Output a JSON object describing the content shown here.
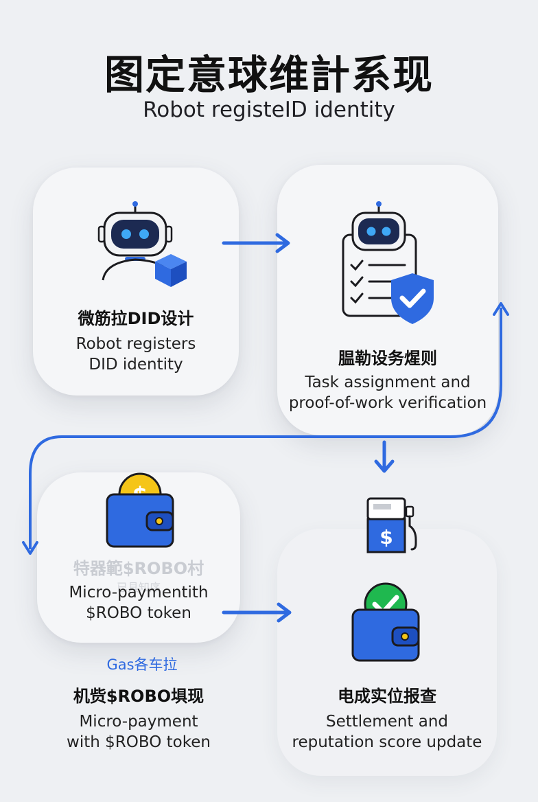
{
  "header": {
    "title": "图定意球维計系现",
    "subtitle": "Robot registeID identity"
  },
  "steps": [
    {
      "heading": "微筋拉DID设计",
      "desc_lines": [
        "Robot registers",
        "DID identity"
      ]
    },
    {
      "heading": "腽勒设务煋则",
      "desc_lines": [
        "Task assignment and",
        "proof-of-work verification"
      ]
    },
    {
      "faded_heading": "特器範$ROBO村",
      "faded_sub": "已具知序",
      "desc_lines": [
        "Micro-paymentith",
        "$ROBO token"
      ],
      "note": "Gas各车拉",
      "heading": "机赀$ROBO埧现",
      "desc2_lines": [
        "Micro-payment",
        "with $ROBO token"
      ]
    },
    {
      "heading": "电成实位报查",
      "desc_lines": [
        "Settlement and",
        "reputation score update"
      ]
    }
  ],
  "icons": {
    "robot": "robot-icon",
    "cube": "blockchain-cube-icon",
    "clipboard": "checklist-clipboard-icon",
    "shield": "shield-check-icon",
    "wallet_coin": "wallet-coin-icon",
    "gas_pump": "gas-pump-icon",
    "wallet_check": "wallet-check-icon"
  },
  "colors": {
    "accent": "#2f6ae0",
    "robot_eye": "#3fa8f5",
    "coin": "#f5c518",
    "check_green": "#1fb84f",
    "card": "#f5f6f8",
    "background": "#eef0f3"
  }
}
